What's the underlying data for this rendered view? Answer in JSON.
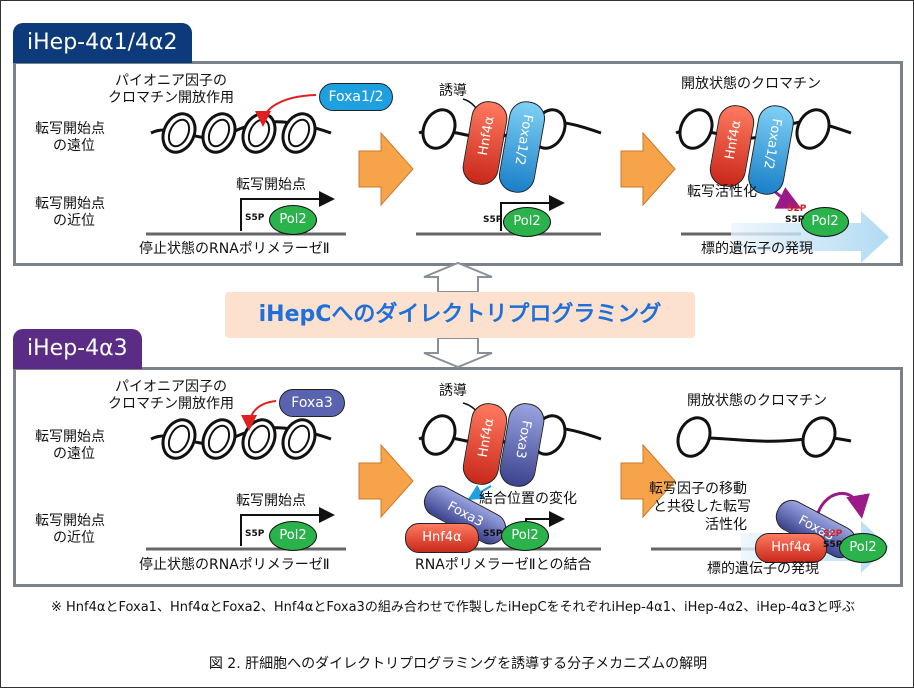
{
  "top": {
    "title": "iHep-4α1/4α2",
    "title_color": "#0d3a7a",
    "pioneer_note": [
      "パイオニア因子の",
      "クロマチン開放作用"
    ],
    "distal_label": [
      "転写開始点",
      "の遠位"
    ],
    "proximal_label": [
      "転写開始点",
      "の近位"
    ],
    "tss_label": "転写開始点",
    "paused_label": "停止状態のRNAポリメラーゼⅡ",
    "foxa_tag": "Foxa1/2",
    "induction": "誘導",
    "hnf4": "Hnf4α",
    "foxa_long": "Foxa1/2",
    "open_label": "開放状態のクロマチン",
    "activation": "転写活性化",
    "target_label": "標的遺伝子の発現",
    "pol2": "Pol2",
    "s5p": "S5P",
    "s2p": "S2P"
  },
  "banner": "iHepCへのダイレクトリプログラミング",
  "bottom": {
    "title": "iHep-4α3",
    "title_color": "#5a2c86",
    "pioneer_note": [
      "パイオニア因子の",
      "クロマチン開放作用"
    ],
    "distal_label": [
      "転写開始点",
      "の遠位"
    ],
    "proximal_label": [
      "転写開始点",
      "の近位"
    ],
    "tss_label": "転写開始点",
    "paused_label": "停止状態のRNAポリメラーゼⅡ",
    "foxa_tag": "Foxa3",
    "induction": "誘導",
    "hnf4": "Hnf4α",
    "foxa3": "Foxa3",
    "binding_change": "結合位置の変化",
    "binding_label": "RNAポリメラーゼⅡとの結合",
    "open_label": "開放状態のクロマチン",
    "migration": [
      "転写因子の移動",
      "と共役した転写",
      "活性化"
    ],
    "target_label": "標的遺伝子の発現",
    "pol2": "Pol2",
    "s5p": "S5P",
    "s2p": "S2P"
  },
  "note": "※ Hnf4αとFoxa1、Hnf4αとFoxa2、Hnf4αとFoxa3の組み合わせで作製したiHepCをそれぞれiHep-4α1、iHep-4α2、iHep-4α3と呼ぶ",
  "caption": "図 2.  肝細胞へのダイレクトリプログラミングを誘導する分子メカニズムの解明",
  "colors": {
    "hnf4_red": "#e8402a",
    "foxa12_blue": "#1ea0e0",
    "foxa3_purple": "#5a63b0",
    "pol2_green": "#29b34a",
    "arrow_orange": "#f7a34a",
    "target_blue": "#bfe0f5",
    "activation_magenta": "#9b1a8a"
  }
}
